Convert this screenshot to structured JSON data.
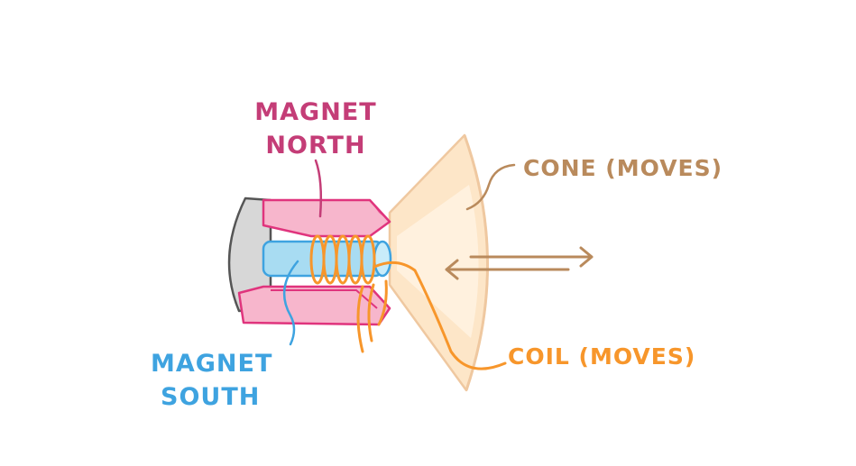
{
  "labels": {
    "magnet_north": [
      "MAGNET",
      "NORTH"
    ],
    "magnet_south": [
      "MAGNET",
      "SOUTH"
    ],
    "cone": "CONE (MOVES)",
    "coil": "COIL (MOVES)"
  },
  "colors": {
    "magnet_north": "#c43d77",
    "magnet_south": "#3ea3e0",
    "cone": "#b98a5c",
    "coil": "#f7962b",
    "magnet_body": "#f7b6cc",
    "magnet_outline": "#e0347d",
    "pole_piece": "#a8dcf2",
    "back_plate": "#d7d7d7",
    "cone_fill": "#fde6c8",
    "arrow": "#b98a5c"
  },
  "icons": {
    "motion_arrows": "double-arrow-left-right"
  }
}
